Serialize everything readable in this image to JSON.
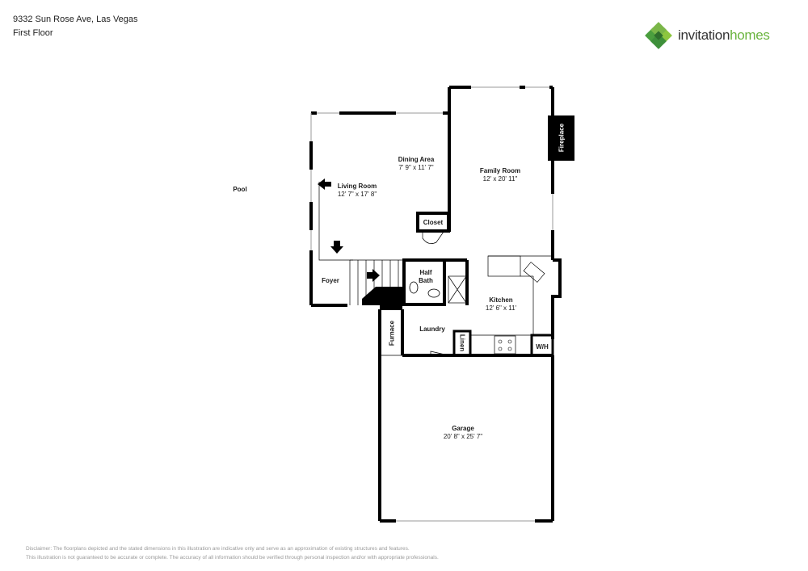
{
  "header": {
    "address": "9332 Sun Rose Ave, Las Vegas",
    "floor": "First Floor"
  },
  "brand": {
    "name_part1": "invitation",
    "name_part2": "homes",
    "logo_icon": "clover-diamond-icon",
    "colors": {
      "dark_green": "#3e8f3a",
      "light_green": "#8dc63f",
      "text_dark": "#333333",
      "text_green": "#6ab43e"
    }
  },
  "exterior": {
    "pool_label": "Pool"
  },
  "rooms": [
    {
      "name": "Living Room",
      "dims": "12' 7\" x 17' 8\""
    },
    {
      "name": "Dining Area",
      "dims": "7' 9\" x 11' 7\""
    },
    {
      "name": "Family Room",
      "dims": "12' x 20' 11\""
    },
    {
      "name": "Kitchen",
      "dims": "12' 6\" x 11'"
    },
    {
      "name": "Garage",
      "dims": "20' 8\" x 25' 7\""
    }
  ],
  "small_labels": {
    "closet": "Closet",
    "half_bath_1": "Half",
    "half_bath_2": "Bath",
    "foyer": "Foyer",
    "laundry": "Laundry",
    "furnace": "Furnace",
    "linen": "Linen",
    "wh": "W/H",
    "fireplace": "Fireplace"
  },
  "disclaimer": {
    "line1": "Disclaimer: The floorplans depicted and the stated dimensions in this illustration are indicative only and serve as an approximation of existing structures and features.",
    "line2": "This illustration is not guaranteed to be accurate or complete. The accuracy of all information should be verified through personal inspection and/or with appropriate professionals."
  }
}
